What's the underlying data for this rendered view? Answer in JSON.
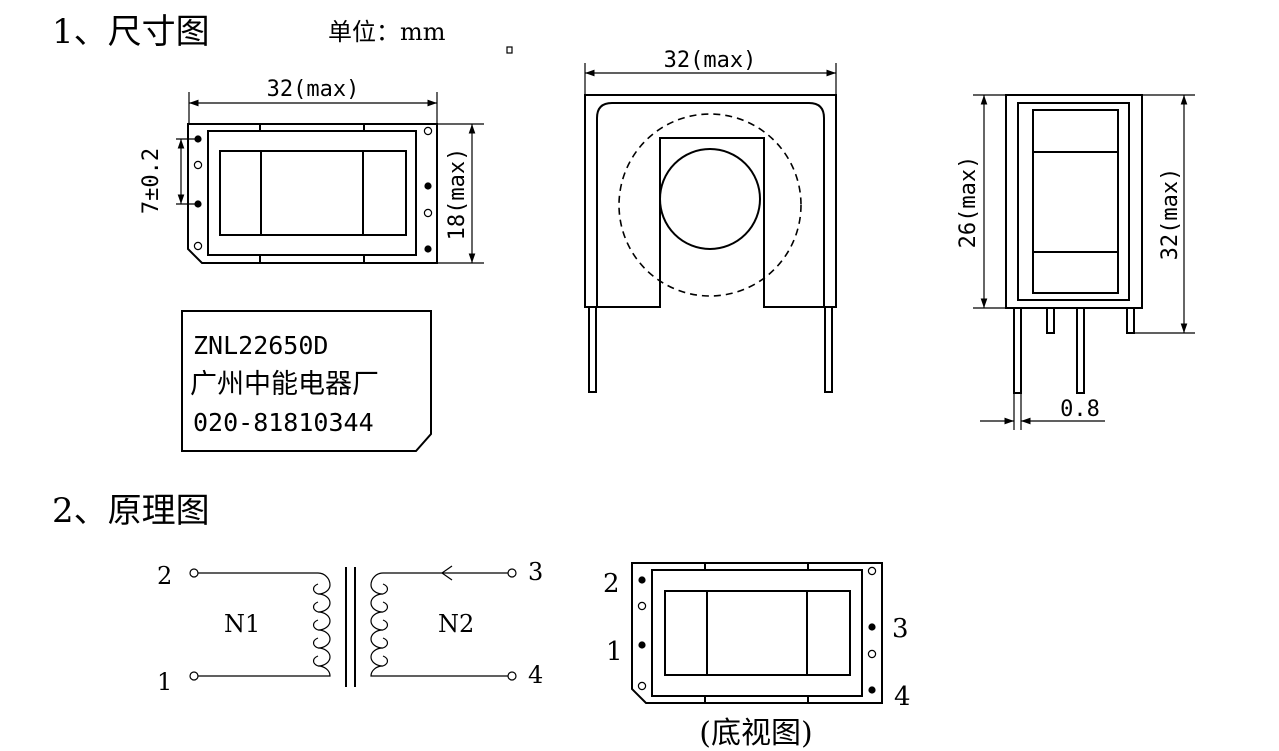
{
  "section1": {
    "title": "1、尺寸图",
    "unit": "单位：mm"
  },
  "top_view": {
    "width": "32(max)",
    "height": "18(max)",
    "pitch": "7±0.2"
  },
  "label": {
    "model": "ZNL22650D",
    "maker": "广州中能电器厂",
    "phone": "020-81810344"
  },
  "front_view": {
    "width": "32(max)"
  },
  "side_view": {
    "height_body": "26(max)",
    "height_total": "32(max)",
    "pin_dia": "0.8"
  },
  "section2": {
    "title": "2、原理图"
  },
  "schematic": {
    "winding_primary": "N1",
    "winding_secondary": "N2",
    "pins": [
      "1",
      "2",
      "3",
      "4"
    ]
  },
  "bottom_view": {
    "caption": "(底视图)",
    "pins": [
      "1",
      "2",
      "3",
      "4"
    ]
  }
}
